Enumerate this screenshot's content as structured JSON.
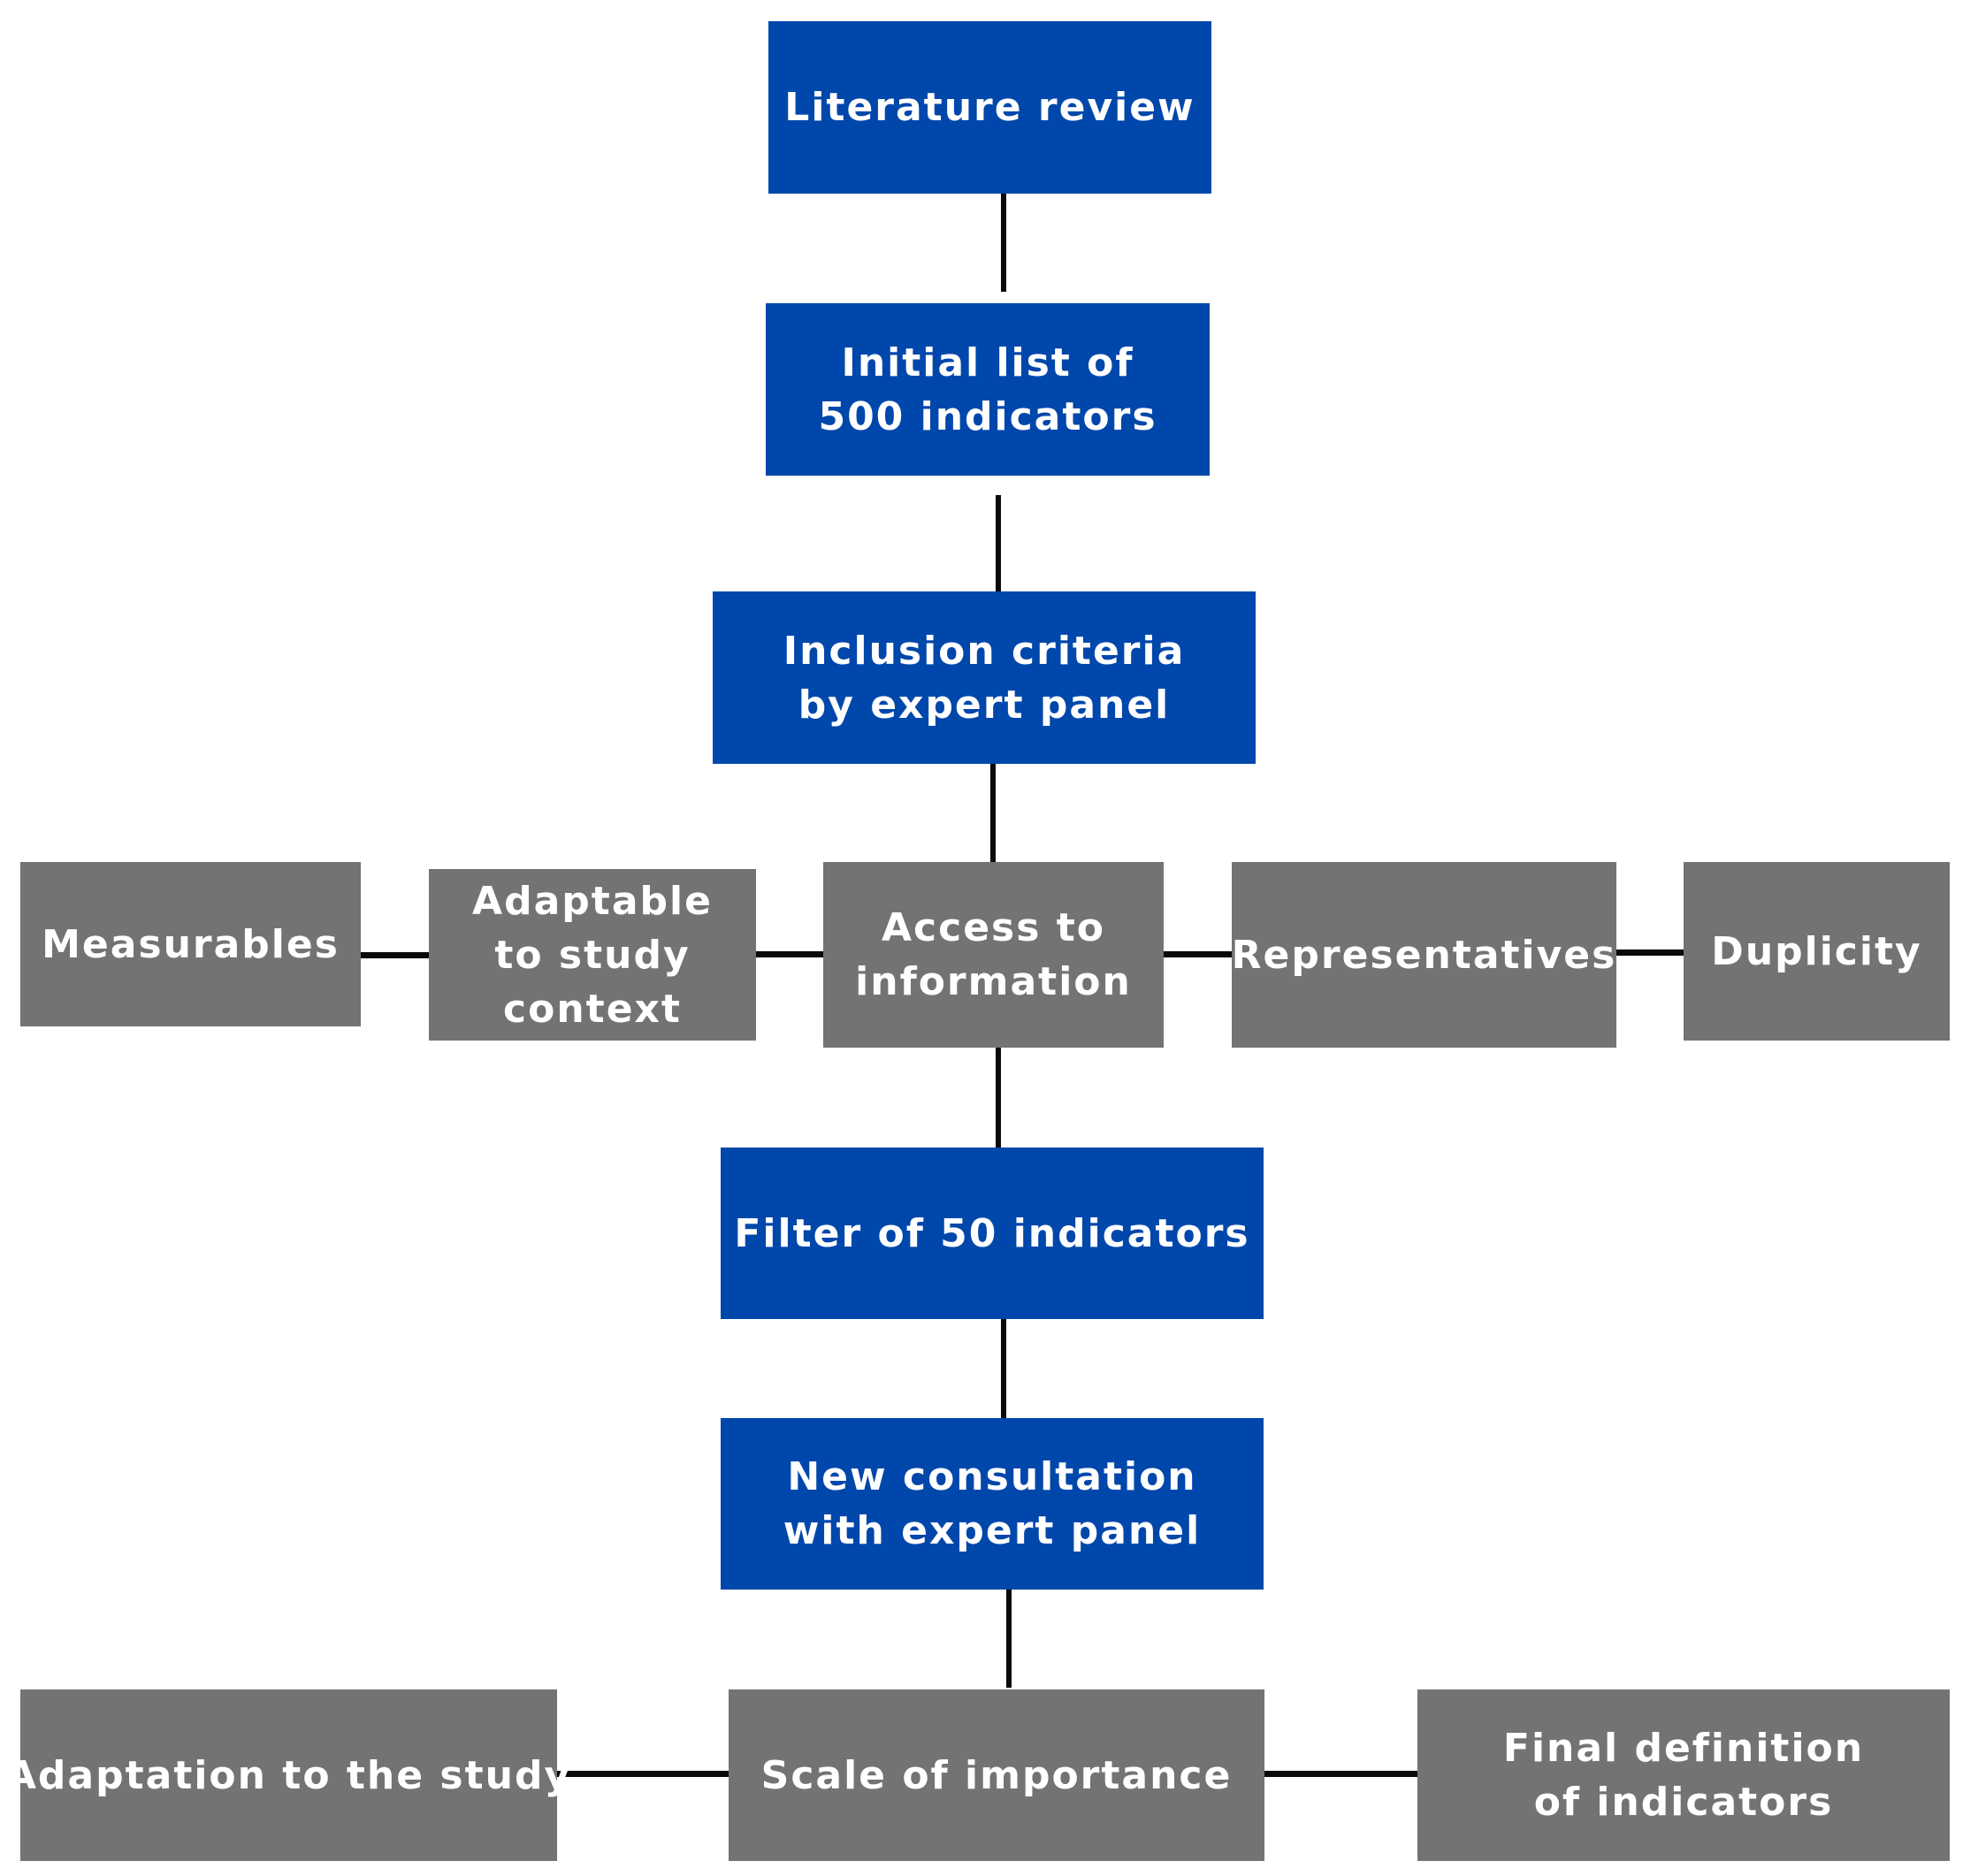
{
  "colors": {
    "process_box": "#0047AB",
    "criteria_box": "#737373",
    "box_text": "#FFFFFF",
    "connector": "#0A0A0A"
  },
  "nodes": {
    "literature_review": "Literature review",
    "initial_list": "Initial list of 500 indicators",
    "inclusion_criteria": "Inclusion criteria by expert panel",
    "measurables": "Measurables",
    "adaptable": "Adaptable to study context",
    "access": "Access to information",
    "representatives": "Representatives",
    "duplicity": "Duplicity",
    "filter": "Filter of 50 indicators",
    "new_consultation": "New consultation with expert panel",
    "adaptation": "Adaptation to the study",
    "scale": "Scale of importance",
    "final_definition": "Final definition of indicators"
  }
}
